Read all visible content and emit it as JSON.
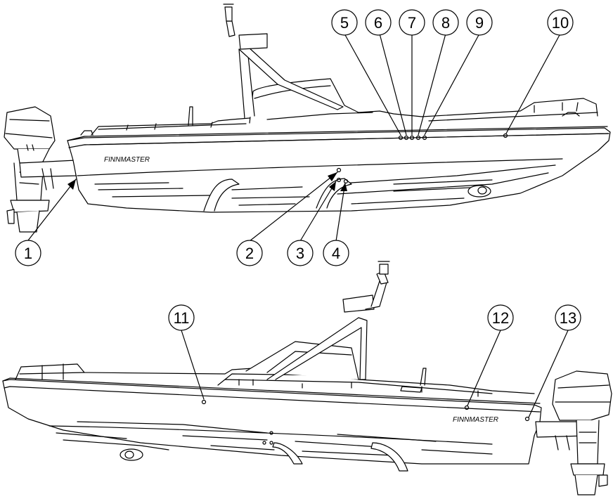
{
  "callouts": {
    "c1": "1",
    "c2": "2",
    "c3": "3",
    "c4": "4",
    "c5": "5",
    "c6": "6",
    "c7": "7",
    "c8": "8",
    "c9": "9",
    "c10": "10",
    "c11": "11",
    "c12": "12",
    "c13": "13"
  },
  "brand": {
    "top_logo": "FINNMASTER",
    "bottom_logo": "FINNMASTER"
  },
  "colors": {
    "line": "#000000",
    "background": "#ffffff",
    "hull_fill": "#ffffff",
    "shade": "#d9d9d9"
  }
}
